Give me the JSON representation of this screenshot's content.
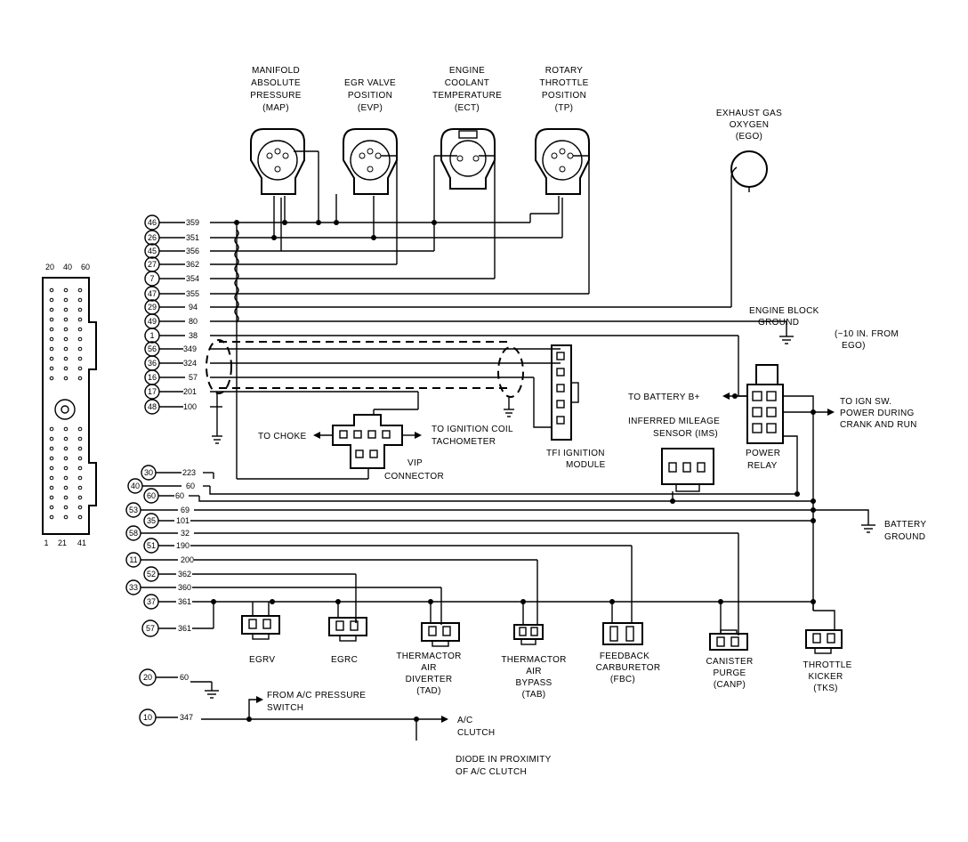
{
  "sensors": {
    "map": [
      "MANIFOLD",
      "ABSOLUTE",
      "PRESSURE",
      "(MAP)"
    ],
    "evp": [
      "EGR VALVE",
      "POSITION",
      "(EVP)"
    ],
    "ect": [
      "ENGINE",
      "COOLANT",
      "TEMPERATURE",
      "(ECT)"
    ],
    "tp": [
      "ROTARY",
      "THROTTLE",
      "POSITION",
      "(TP)"
    ],
    "ego": [
      "EXHAUST GAS",
      "OXYGEN",
      "(EGO)"
    ]
  },
  "connector_cols": [
    "20",
    "40",
    "60"
  ],
  "connector_rows": [
    "1",
    "21",
    "41"
  ],
  "circuits": [
    {
      "pin": "46",
      "wire": "359"
    },
    {
      "pin": "26",
      "wire": "351"
    },
    {
      "pin": "45",
      "wire": "356"
    },
    {
      "pin": "27",
      "wire": "362"
    },
    {
      "pin": "7",
      "wire": "354"
    },
    {
      "pin": "47",
      "wire": "355"
    },
    {
      "pin": "29",
      "wire": "94"
    },
    {
      "pin": "49",
      "wire": "80"
    },
    {
      "pin": "1",
      "wire": "38"
    },
    {
      "pin": "56",
      "wire": "349"
    },
    {
      "pin": "36",
      "wire": "324"
    },
    {
      "pin": "16",
      "wire": "57"
    },
    {
      "pin": "17",
      "wire": "201"
    },
    {
      "pin": "48",
      "wire": "100"
    },
    {
      "pin": "30",
      "wire": "223"
    },
    {
      "pin": "40",
      "wire": "60"
    },
    {
      "pin": "60",
      "wire": "60"
    },
    {
      "pin": "53",
      "wire": "69"
    },
    {
      "pin": "35",
      "wire": "101"
    },
    {
      "pin": "58",
      "wire": "32"
    },
    {
      "pin": "51",
      "wire": "190"
    },
    {
      "pin": "11",
      "wire": "200"
    },
    {
      "pin": "52",
      "wire": "362"
    },
    {
      "pin": "33",
      "wire": "360"
    },
    {
      "pin": "37",
      "wire": "361"
    },
    {
      "pin": "57",
      "wire": "361"
    },
    {
      "pin": "20",
      "wire": "60"
    },
    {
      "pin": "10",
      "wire": "347"
    }
  ],
  "labels": {
    "engine_block_ground": [
      "ENGINE BLOCK",
      "GROUND"
    ],
    "ego_dist": [
      "(~10 IN. FROM",
      "EGO)"
    ],
    "to_battery": "TO BATTERY B+",
    "to_ign": [
      "TO IGN SW.",
      "POWER DURING",
      "CRANK AND RUN"
    ],
    "ims": [
      "INFERRED MILEAGE",
      "SENSOR (IMS)"
    ],
    "power_relay": [
      "POWER",
      "RELAY"
    ],
    "to_choke": "TO CHOKE",
    "to_ignition": [
      "TO IGNITION COIL",
      "TACHOMETER"
    ],
    "vip": [
      "VIP",
      "CONNECTOR"
    ],
    "tfi": [
      "TFI IGNITION",
      "MODULE"
    ],
    "battery_ground": [
      "BATTERY",
      "GROUND"
    ],
    "from_ac": [
      "FROM A/C PRESSURE",
      "SWITCH"
    ],
    "ac_clutch": [
      "A/C",
      "CLUTCH"
    ],
    "diode": [
      "DIODE IN PROXIMITY",
      "OF A/C CLUTCH"
    ]
  },
  "actuators": {
    "egrv": [
      "EGRV"
    ],
    "egrc": [
      "EGRC"
    ],
    "tad": [
      "THERMACTOR",
      "AIR",
      "DIVERTER",
      "(TAD)"
    ],
    "tab": [
      "THERMACTOR",
      "AIR",
      "BYPASS",
      "(TAB)"
    ],
    "fbc": [
      "FEEDBACK",
      "CARBURETOR",
      "(FBC)"
    ],
    "canp": [
      "CANISTER",
      "PURGE",
      "(CANP)"
    ],
    "tks": [
      "THROTTLE",
      "KICKER",
      "(TKS)"
    ]
  },
  "colors": {
    "ink": "#000000",
    "paper": "#ffffff"
  }
}
